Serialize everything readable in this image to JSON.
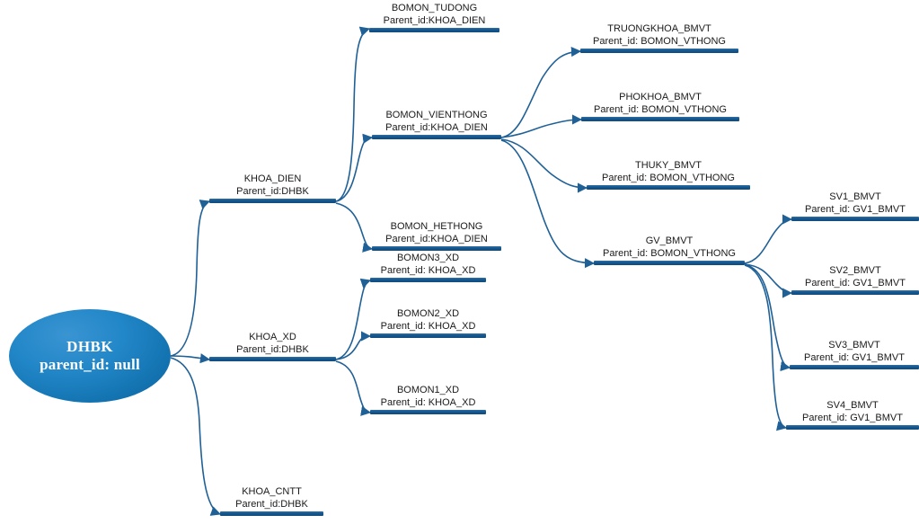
{
  "diagram": {
    "title": "DHBK organization hierarchy mind map",
    "type": "tree-mindmap",
    "colors": {
      "node_bar": "#15578e",
      "edge": "#1f6096",
      "root_fill": "#2287c8",
      "root_text": "#ffffff",
      "label_text": "#1a1a1a",
      "background": "#ffffff"
    },
    "root": {
      "id": "DHBK",
      "line1": "DHBK",
      "line2": "parent_id: null",
      "shape": "ellipse"
    },
    "nodes": [
      {
        "id": "KHOA_DIEN",
        "line1": "KHOA_DIEN",
        "line2": "Parent_id:DHBK",
        "parent": "DHBK",
        "level": 1
      },
      {
        "id": "KHOA_XD",
        "line1": "KHOA_XD",
        "line2": "Parent_id:DHBK",
        "parent": "DHBK",
        "level": 1
      },
      {
        "id": "KHOA_CNTT",
        "line1": "KHOA_CNTT",
        "line2": "Parent_id:DHBK",
        "parent": "DHBK",
        "level": 1
      },
      {
        "id": "BOMON_TUDONG",
        "line1": "BOMON_TUDONG",
        "line2": "Parent_id:KHOA_DIEN",
        "parent": "KHOA_DIEN",
        "level": 2
      },
      {
        "id": "BOMON_VIENTHONG",
        "line1": "BOMON_VIENTHONG",
        "line2": "Parent_id:KHOA_DIEN",
        "parent": "KHOA_DIEN",
        "level": 2
      },
      {
        "id": "BOMON_HETHONG",
        "line1": "BOMON_HETHONG",
        "line2": "Parent_id:KHOA_DIEN",
        "parent": "KHOA_DIEN",
        "level": 2
      },
      {
        "id": "BOMON3_XD",
        "line1": "BOMON3_XD",
        "line2": "Parent_id: KHOA_XD",
        "parent": "KHOA_XD",
        "level": 2
      },
      {
        "id": "BOMON2_XD",
        "line1": "BOMON2_XD",
        "line2": "Parent_id: KHOA_XD",
        "parent": "KHOA_XD",
        "level": 2
      },
      {
        "id": "BOMON1_XD",
        "line1": "BOMON1_XD",
        "line2": "Parent_id: KHOA_XD",
        "parent": "KHOA_XD",
        "level": 2
      },
      {
        "id": "TRUONGKHOA_BMVT",
        "line1": "TRUONGKHOA_BMVT",
        "line2": "Parent_id: BOMON_VTHONG",
        "parent": "BOMON_VIENTHONG",
        "level": 3
      },
      {
        "id": "PHOKHOA_BMVT",
        "line1": "PHOKHOA_BMVT",
        "line2": "Parent_id: BOMON_VTHONG",
        "parent": "BOMON_VIENTHONG",
        "level": 3
      },
      {
        "id": "THUKY_BMVT",
        "line1": "THUKY_BMVT",
        "line2": "Parent_id: BOMON_VTHONG",
        "parent": "BOMON_VIENTHONG",
        "level": 3
      },
      {
        "id": "GV_BMVT",
        "line1": "GV_BMVT",
        "line2": "Parent_id: BOMON_VTHONG",
        "parent": "BOMON_VIENTHONG",
        "level": 3
      },
      {
        "id": "SV1_BMVT",
        "line1": "SV1_BMVT",
        "line2": "Parent_id: GV1_BMVT",
        "parent": "GV_BMVT",
        "level": 4
      },
      {
        "id": "SV2_BMVT",
        "line1": "SV2_BMVT",
        "line2": "Parent_id: GV1_BMVT",
        "parent": "GV_BMVT",
        "level": 4
      },
      {
        "id": "SV3_BMVT",
        "line1": "SV3_BMVT",
        "line2": "Parent_id: GV1_BMVT",
        "parent": "GV_BMVT",
        "level": 4
      },
      {
        "id": "SV4_BMVT",
        "line1": "SV4_BMVT",
        "line2": "Parent_id: GV1_BMVT",
        "parent": "GV_BMVT",
        "level": 4
      }
    ]
  }
}
